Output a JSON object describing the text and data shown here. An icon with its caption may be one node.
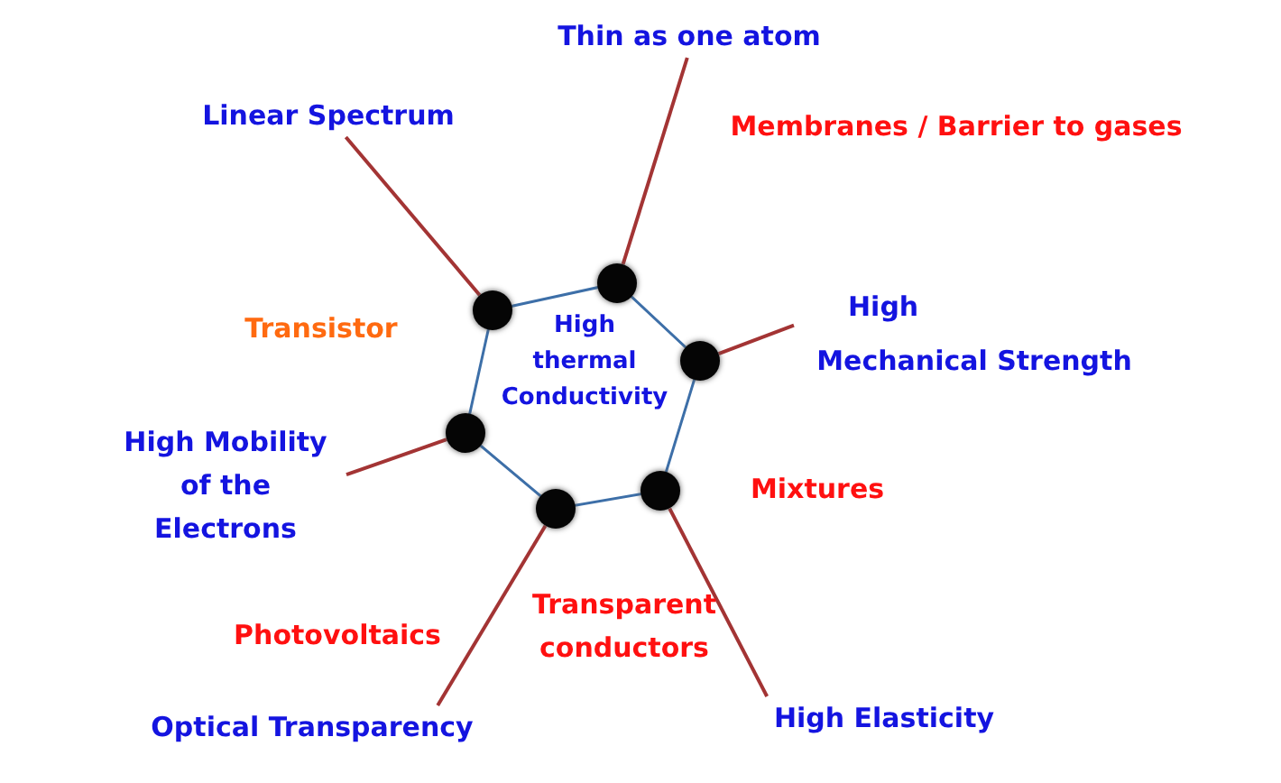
{
  "diagram": {
    "nodes": [
      {
        "text": [
          "High thermal Conductivity"
        ]
      },
      {
        "text": [],
        "shape": "circle"
      },
      {
        "text": [],
        "shape": "circle"
      },
      {
        "text": [],
        "shape": "circle"
      },
      {
        "text": [],
        "shape": "circle"
      },
      {
        "text": [],
        "shape": "circle"
      },
      {
        "text": [],
        "shape": "circle"
      },
      {
        "text": [
          "Linear Spectrum"
        ]
      },
      {
        "text": [
          "Thin as one atom"
        ]
      },
      {
        "text": [
          "High",
          "Mechanical Strength"
        ]
      },
      {
        "text": [
          "High Mobility of the Electrons"
        ]
      },
      {
        "text": [
          "Optical Transparency"
        ]
      },
      {
        "text": [
          "High Elasticity"
        ]
      }
    ],
    "edges": [
      {
        "from": 1,
        "to": 7,
        "arrow": "none"
      },
      {
        "from": 2,
        "to": 8,
        "arrow": "none"
      },
      {
        "from": 3,
        "to": 9,
        "arrow": "none"
      },
      {
        "from": 4,
        "to": 10,
        "arrow": "none"
      },
      {
        "from": 5,
        "to": 11,
        "arrow": "none"
      },
      {
        "from": 6,
        "to": 12,
        "arrow": "none"
      }
    ],
    "labels": [
      "Membranes / Barrier to gases",
      "Transistor",
      "Mixtures",
      "Photovoltaics",
      "Transparent conductors"
    ]
  }
}
